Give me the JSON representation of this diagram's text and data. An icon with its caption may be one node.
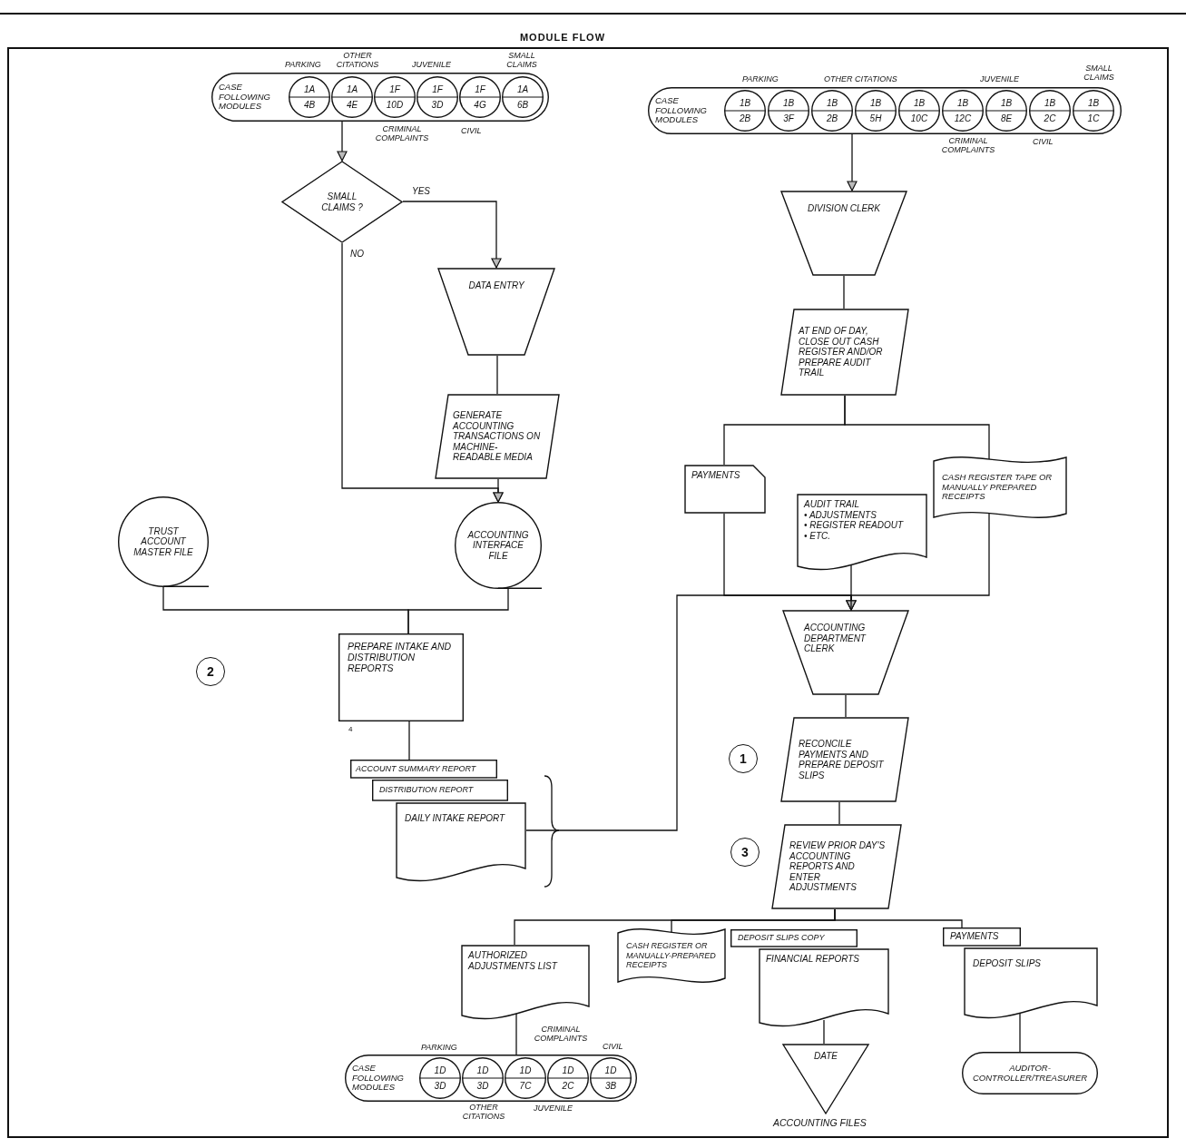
{
  "diagram": {
    "title": "MODULE FLOW",
    "nodes": [
      {
        "text": [
          "CASE FOLLOWING MODULES"
        ]
      },
      {
        "text": [
          "1A",
          "4B"
        ],
        "in": 0
      },
      {
        "text": [
          "1A",
          "4E"
        ],
        "in": 0
      },
      {
        "text": [
          "1F",
          "10D"
        ],
        "in": 0
      },
      {
        "text": [
          "1F",
          "3D"
        ],
        "in": 0
      },
      {
        "text": [
          "1F",
          "4G"
        ],
        "in": 0
      },
      {
        "text": [
          "1A",
          "6B"
        ],
        "in": 0
      },
      {
        "text": [
          "CASE FOLLOWING MODULES"
        ]
      },
      {
        "text": [
          "1B",
          "2B"
        ],
        "in": 7
      },
      {
        "text": [
          "1B",
          "3F"
        ],
        "in": 7
      },
      {
        "text": [
          "1B",
          "2B"
        ],
        "in": 7
      },
      {
        "text": [
          "1B",
          "5H"
        ],
        "in": 7
      },
      {
        "text": [
          "1B",
          "10C"
        ],
        "in": 7
      },
      {
        "text": [
          "1B",
          "12C"
        ],
        "in": 7
      },
      {
        "text": [
          "1B",
          "8E"
        ],
        "in": 7
      },
      {
        "text": [
          "1B",
          "2C"
        ],
        "in": 7
      },
      {
        "text": [
          "1B",
          "1C"
        ],
        "in": 7
      },
      {
        "text": [
          "SMALL CLAIMS ?"
        ]
      },
      {
        "text": [
          "DATA ENTRY"
        ]
      },
      {
        "text": [
          "GENERATE ACCOUNTING TRANSACTIONS ON MACHINE-READABLE MEDIA"
        ]
      },
      {
        "text": [
          "TRUST ACCOUNT MASTER FILE"
        ]
      },
      {
        "text": [
          "ACCOUNTING INTERFACE FILE"
        ]
      },
      {
        "text": [
          "PREPARE INTAKE AND DISTRIBUTION REPORTS"
        ]
      },
      {
        "text": [
          "ACCOUNT SUMMARY REPORT"
        ]
      },
      {
        "text": [
          "DISTRIBUTION REPORT"
        ]
      },
      {
        "text": [
          "DAILY INTAKE REPORT"
        ]
      },
      {
        "text": [
          "DIVISION CLERK"
        ]
      },
      {
        "text": [
          "AT END OF DAY, CLOSE OUT CASH REGISTER AND/OR PREPARE AUDIT TRAIL"
        ]
      },
      {
        "text": [
          "PAYMENTS"
        ]
      },
      {
        "text": [
          "AUDIT TRAIL",
          "• ADJUSTMENTS",
          "• REGISTER READOUT",
          "• ETC."
        ]
      },
      {
        "text": [
          "CASH REGISTER TAPE OR MANUALLY PREPARED RECEIPTS"
        ]
      },
      {
        "text": [
          "ACCOUNTING DEPARTMENT CLERK"
        ]
      },
      {
        "text": [
          "RECONCILE PAYMENTS AND PREPARE DEPOSIT SLIPS"
        ]
      },
      {
        "text": [
          "REVIEW PRIOR DAY'S ACCOUNTING REPORTS AND ENTER ADJUSTMENTS"
        ]
      },
      {
        "text": [
          "AUTHORIZED ADJUSTMENTS LIST"
        ]
      },
      {
        "text": [
          "CASH REGISTER OR MANUALLY-PREPARED RECEIPTS"
        ]
      },
      {
        "text": [
          "DEPOSIT SLIPS COPY"
        ]
      },
      {
        "text": [
          "FINANCIAL REPORTS"
        ]
      },
      {
        "text": [
          "PAYMENTS"
        ]
      },
      {
        "text": [
          "DEPOSIT SLIPS"
        ]
      },
      {
        "text": [
          "CASE FOLLOWING MODULES"
        ]
      },
      {
        "text": [
          "1D",
          "3D"
        ],
        "in": 40
      },
      {
        "text": [
          "1D",
          "3D"
        ],
        "in": 40
      },
      {
        "text": [
          "1D",
          "7C"
        ],
        "in": 40
      },
      {
        "text": [
          "1D",
          "2C"
        ],
        "in": 40
      },
      {
        "text": [
          "1D",
          "3B"
        ],
        "in": 40
      },
      {
        "text": [
          "DATE"
        ],
        "beside": [
          "ACCOUNTING FILES"
        ]
      },
      {
        "text": [
          "AUDITOR-CONTROLLER/TREASURER"
        ]
      }
    ],
    "edges": [
      {
        "from": 0,
        "to": 17,
        "arrow": "to"
      },
      {
        "from": 17,
        "to": 18,
        "arrow": "to",
        "label": "YES"
      },
      {
        "from": 17,
        "to": 21,
        "arrow": "to",
        "label": "NO"
      },
      {
        "from": 18,
        "to": 19,
        "arrow": "none"
      },
      {
        "from": 19,
        "to": 21,
        "arrow": "to"
      },
      {
        "from": 20,
        "to": 22,
        "arrow": "none"
      },
      {
        "from": 21,
        "to": 22,
        "arrow": "none"
      },
      {
        "from": 22,
        "to": 23,
        "arrow": "none"
      },
      {
        "from": 7,
        "to": 26,
        "arrow": "to"
      },
      {
        "from": 26,
        "to": 27,
        "arrow": "none"
      },
      {
        "from": 27,
        "to": 28,
        "arrow": "none"
      },
      {
        "from": 27,
        "to": 30,
        "arrow": "none"
      },
      {
        "from": 28,
        "to": 31,
        "arrow": "to"
      },
      {
        "from": 29,
        "to": 31,
        "arrow": "to"
      },
      {
        "from": 30,
        "to": 31,
        "arrow": "to"
      },
      {
        "from": 25,
        "to": 31,
        "arrow": "none"
      },
      {
        "from": 31,
        "to": 32,
        "arrow": "none"
      },
      {
        "from": 32,
        "to": 33,
        "arrow": "none"
      },
      {
        "from": 33,
        "to": 34,
        "arrow": "none"
      },
      {
        "from": 33,
        "to": 35,
        "arrow": "none"
      },
      {
        "from": 33,
        "to": 38,
        "arrow": "none"
      },
      {
        "from": 34,
        "to": 40,
        "arrow": "none"
      },
      {
        "from": 37,
        "to": 46,
        "arrow": "none"
      },
      {
        "from": 39,
        "to": 47,
        "arrow": "none"
      }
    ],
    "labels": [
      "OTHER CITATIONS",
      "PARKING",
      "JUVENILE",
      "SMALL CLAIMS",
      "CRIMINAL COMPLAINTS",
      "CIVIL",
      "PARKING",
      "OTHER CITATIONS",
      "JUVENILE",
      "SMALL CLAIMS",
      "CRIMINAL COMPLAINTS",
      "CIVIL",
      "2",
      "4",
      "1",
      "3",
      "CRIMINAL COMPLAINTS",
      "PARKING",
      "CIVIL",
      "OTHER CITATIONS",
      "JUVENILE"
    ]
  }
}
